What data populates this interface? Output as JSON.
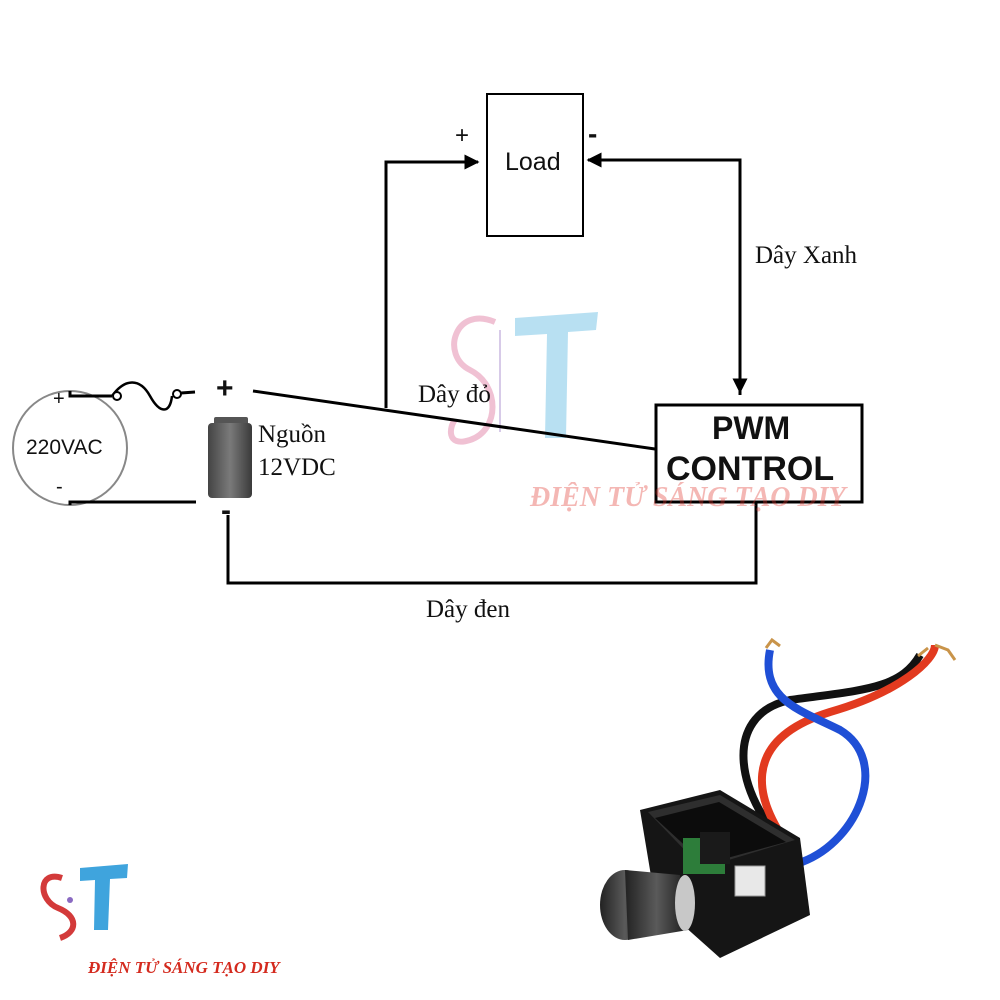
{
  "diagram": {
    "load_label": "Load",
    "load_plus": "+",
    "load_minus": "-",
    "pwm_line1": "PWM",
    "pwm_line2": "CONTROL",
    "ac_source_label": "220VAC",
    "ac_plus": "+",
    "ac_minus": "-",
    "battery_plus": "+",
    "battery_minus": "-",
    "power_label_line1": "Nguồn",
    "power_label_line2": "12VDC",
    "wire_red_label": "Dây đỏ",
    "wire_blue_label": "Dây Xanh",
    "wire_black_label": "Dây đen"
  },
  "watermark": {
    "brand_text": "ĐIỆN TỬ SÁNG TẠO DIY",
    "logo_letters": "ST",
    "color": "#e0352b"
  },
  "bottom_logo": {
    "brand_text": "ĐIỆN TỬ SÁNG TẠO DIY",
    "logo_letters": "ST",
    "color": "#d42a1e"
  },
  "product_photo": {
    "description_icon": "pwm-dimmer-module-icon",
    "wire_colors": [
      "#111111",
      "#e23a1f",
      "#1f4fd6"
    ]
  }
}
